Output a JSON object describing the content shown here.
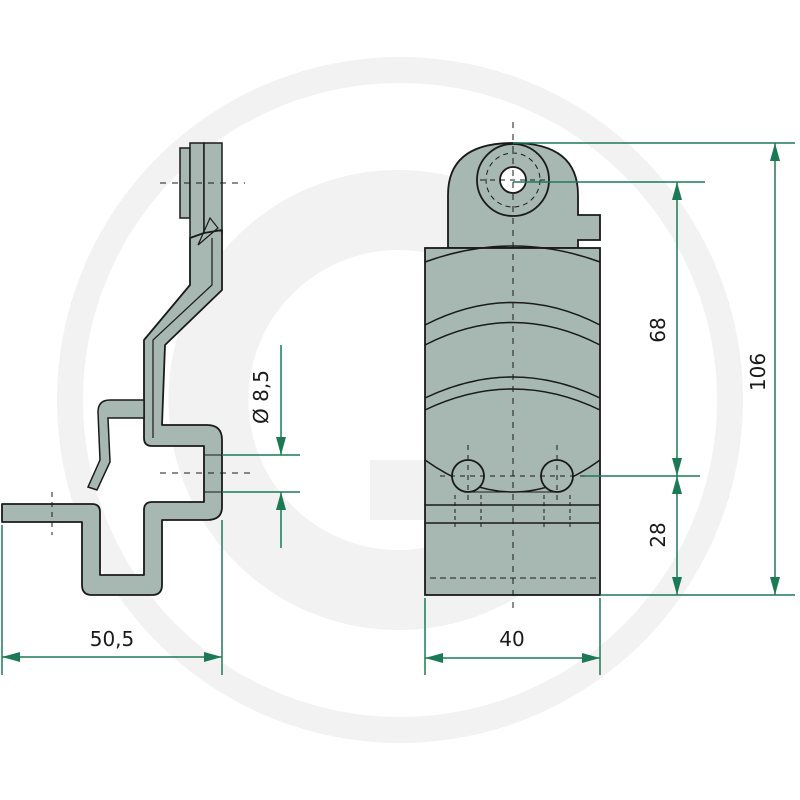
{
  "colors": {
    "part_fill": "#a7b8b2",
    "part_stroke": "#1a1a1a",
    "dimension": "#1b7a55",
    "watermark": "#f2f2f2"
  },
  "dimensions": {
    "side_width": "50,5",
    "hole_diameter": "Ø 8,5",
    "front_width": "40",
    "hole_spacing": "68",
    "bottom_height": "28",
    "total_height": "106"
  }
}
